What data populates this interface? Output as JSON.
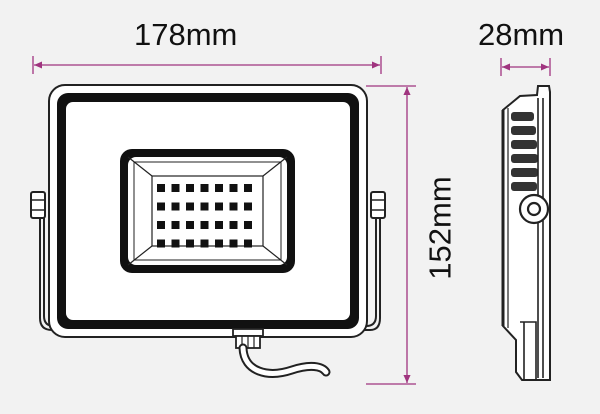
{
  "dimensions": {
    "width": "178mm",
    "height": "152mm",
    "depth": "28mm"
  },
  "led_grid": {
    "rows": 4,
    "cols": 7
  },
  "colors": {
    "background": "#f2f2f2",
    "outline": "#222222",
    "dimension_line": "#a0347f",
    "label": "#111111"
  }
}
